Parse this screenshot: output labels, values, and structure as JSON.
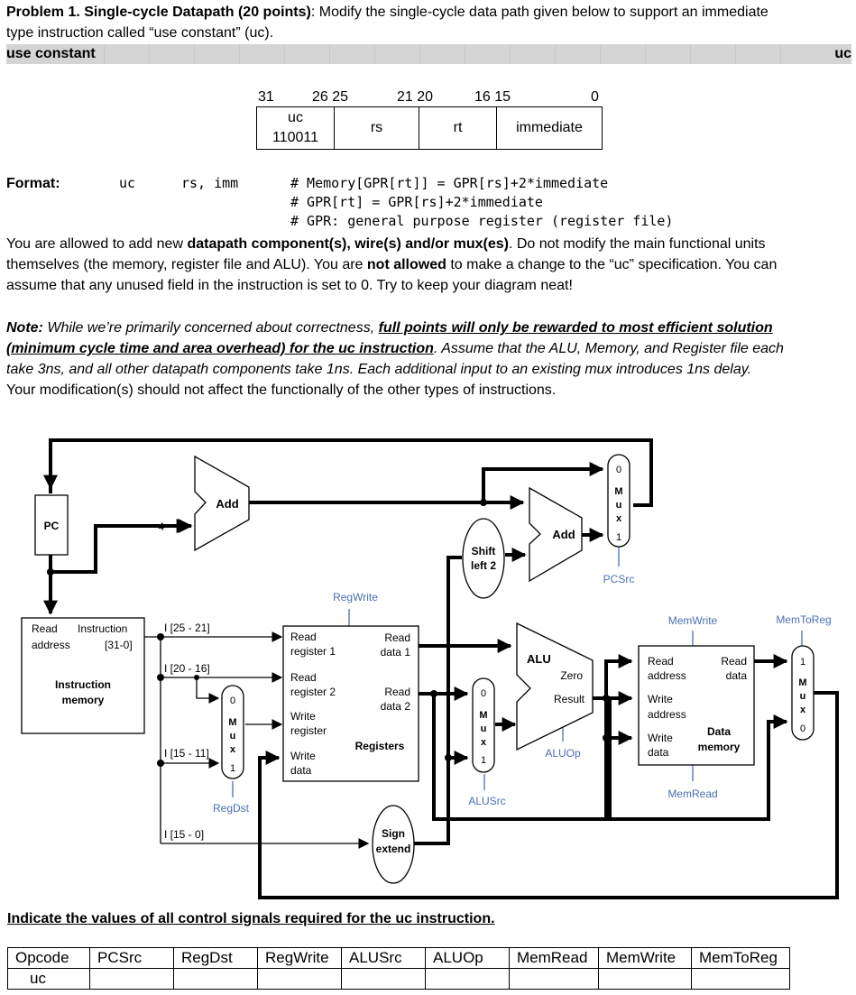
{
  "problem": {
    "title": "Problem 1. Single-cycle Datapath (20 points)",
    "intro_line1": ": Modify the single-cycle data path given below to support an immediate",
    "intro_line2": "type instruction called “use constant” (uc)."
  },
  "banner": {
    "left": "use constant",
    "right": "uc"
  },
  "format_fields": {
    "bits": [
      "31",
      "26 25",
      "21 20",
      "16 15",
      "0"
    ],
    "uc_top": "uc",
    "uc_opcode": "110011",
    "rs": "rs",
    "rt": "rt",
    "immediate": "immediate"
  },
  "format": {
    "label": "Format:",
    "op": "uc",
    "operands": "rs, imm",
    "comment1": "# Memory[GPR[rt]] = GPR[rs]+2*immediate",
    "comment2": "# GPR[rt] = GPR[rs]+2*immediate",
    "comment3": "# GPR: general purpose register (register file)"
  },
  "instructions": {
    "p1_a": "You are allowed to add new ",
    "p1_b": "datapath component(s), wire(s) and/or mux(es)",
    "p1_c": ".  Do not modify the main functional units",
    "p1_d": "themselves (the memory, register file and ALU). You are ",
    "p1_e": "not allowed",
    "p1_f": " to make a change to the “uc” specification. You can",
    "p1_g": "assume that any unused field in the instruction is set to 0. Try to keep your diagram neat!"
  },
  "note": {
    "label": "Note:",
    "a": " While we’re primarily concerned about correctness, ",
    "b": "full points will only be rewarded to most efficient solution",
    "c": "(minimum cycle time and area overhead) for the uc instruction",
    "d": ". Assume that the ALU, Memory, and Register file each",
    "e": "take 3ns, and all other datapath components take 1ns.  Each additional input to an existing mux introduces 1ns delay.",
    "f": "Your modification(s) should not affect the functionally of the other types of instructions."
  },
  "diagram": {
    "pc": "PC",
    "four": "4",
    "add1": "Add",
    "add2": "Add",
    "shift": [
      "Shift",
      "left 2"
    ],
    "mux_letters": [
      "M",
      "u",
      "x"
    ],
    "pcsrc_mux": {
      "top": "0",
      "bottom": "1"
    },
    "pcsrc": "PCSrc",
    "regwrite": "RegWrite",
    "memwrite": "MemWrite",
    "memtoreg": "MemToReg",
    "imem": {
      "read": "Read",
      "instruction": "Instruction",
      "address": "address",
      "range": "[31-0]",
      "title1": "Instruction",
      "title2": "memory"
    },
    "fields": {
      "f1": "I [25 - 21]",
      "f2": "I [20 - 16]",
      "f3": "I [15 - 11]",
      "f4": "I [15 - 0]"
    },
    "regs": {
      "rr1a": "Read",
      "rr1b": "register 1",
      "rr2a": "Read",
      "rr2b": "register 2",
      "wra": "Write",
      "wrb": "register",
      "wda": "Write",
      "wdb": "data",
      "rd1a": "Read",
      "rd1b": "data 1",
      "rd2a": "Read",
      "rd2b": "data 2",
      "title": "Registers"
    },
    "regdst_mux": {
      "top": "0",
      "bottom": "1"
    },
    "regdst": "RegDst",
    "alusrc_mux": {
      "top": "0",
      "bottom": "1"
    },
    "alusrc": "ALUSrc",
    "alu": {
      "title": "ALU",
      "zero": "Zero",
      "result": "Result"
    },
    "aluop": "ALUOp",
    "sign": [
      "Sign",
      "extend"
    ],
    "dmem": {
      "ra1": "Read",
      "ra2": "address",
      "rd1": "Read",
      "rd2": "data",
      "wa1": "Write",
      "wa2": "address",
      "wd1": "Write",
      "wd2": "data",
      "t1": "Data",
      "t2": "memory"
    },
    "memtoreg_mux": {
      "top": "1",
      "bottom": "0"
    },
    "memread": "MemRead"
  },
  "control": {
    "heading": "Indicate the values of all control signals required for the uc instruction.",
    "headers": [
      "Opcode",
      "PCSrc",
      "RegDst",
      "RegWrite",
      "ALUSrc",
      "ALUOp",
      "MemRead",
      "MemWrite",
      "MemToReg"
    ],
    "row": [
      "uc",
      "",
      "",
      "",
      "",
      "",
      "",
      "",
      ""
    ]
  }
}
